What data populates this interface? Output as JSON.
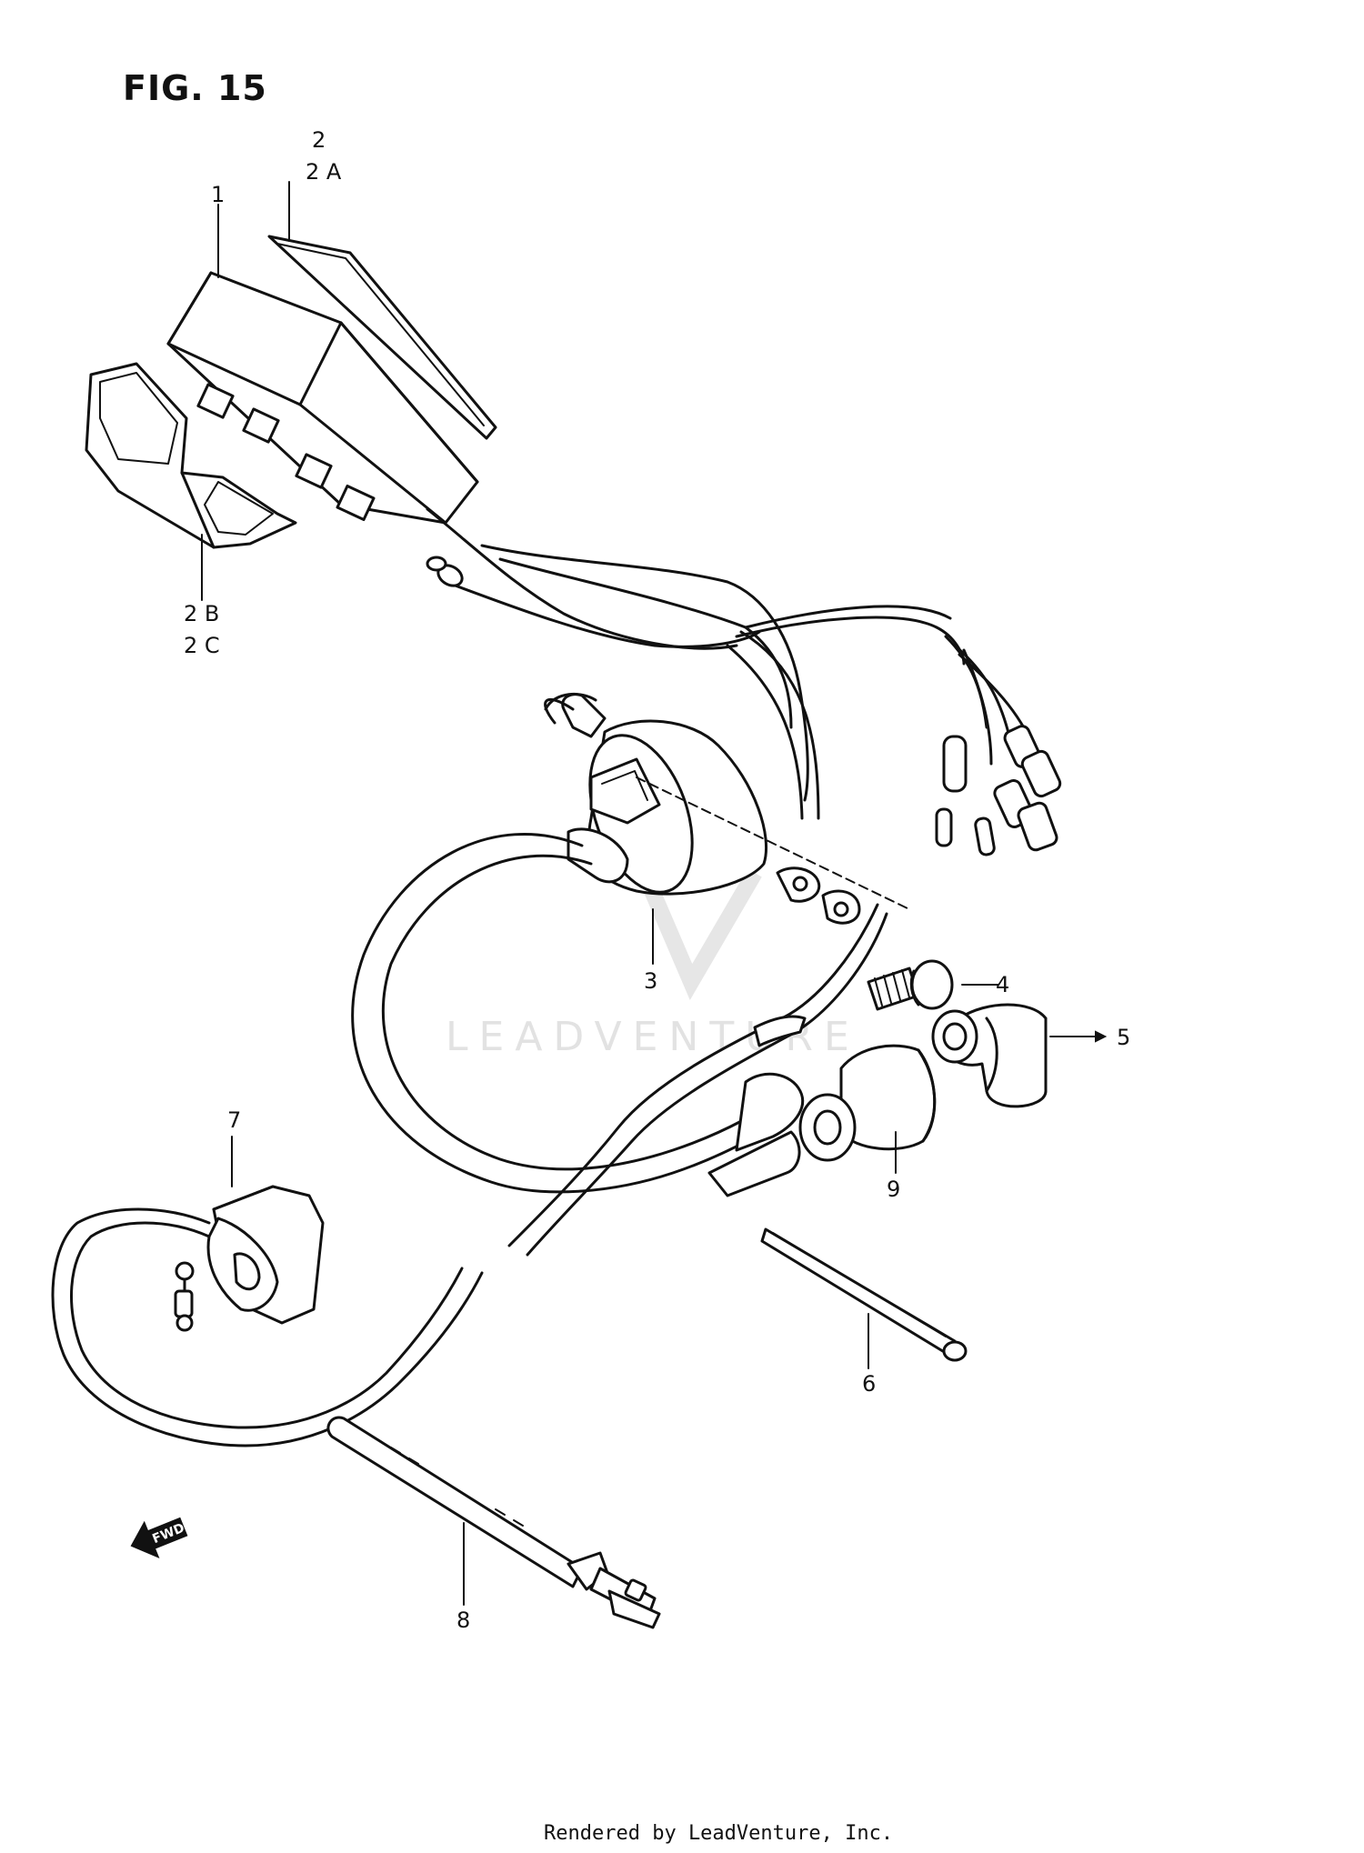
{
  "title": "FIG. 15",
  "parts": [
    {
      "id": "p1",
      "label": "1"
    },
    {
      "id": "p2",
      "label": "2"
    },
    {
      "id": "p2a",
      "label": "2 A"
    },
    {
      "id": "p2b",
      "label": "2 B"
    },
    {
      "id": "p2c",
      "label": "2 C"
    },
    {
      "id": "p3",
      "label": "3"
    },
    {
      "id": "p4",
      "label": "4"
    },
    {
      "id": "p5",
      "label": "5"
    },
    {
      "id": "p6",
      "label": "6"
    },
    {
      "id": "p7",
      "label": "7"
    },
    {
      "id": "p8",
      "label": "8"
    },
    {
      "id": "p9",
      "label": "9"
    }
  ],
  "direction_arrow": {
    "text": "FWD",
    "icon": "fwd-arrow-icon"
  },
  "watermark": "LEADVENTURE",
  "footer": "Rendered by LeadVenture, Inc."
}
